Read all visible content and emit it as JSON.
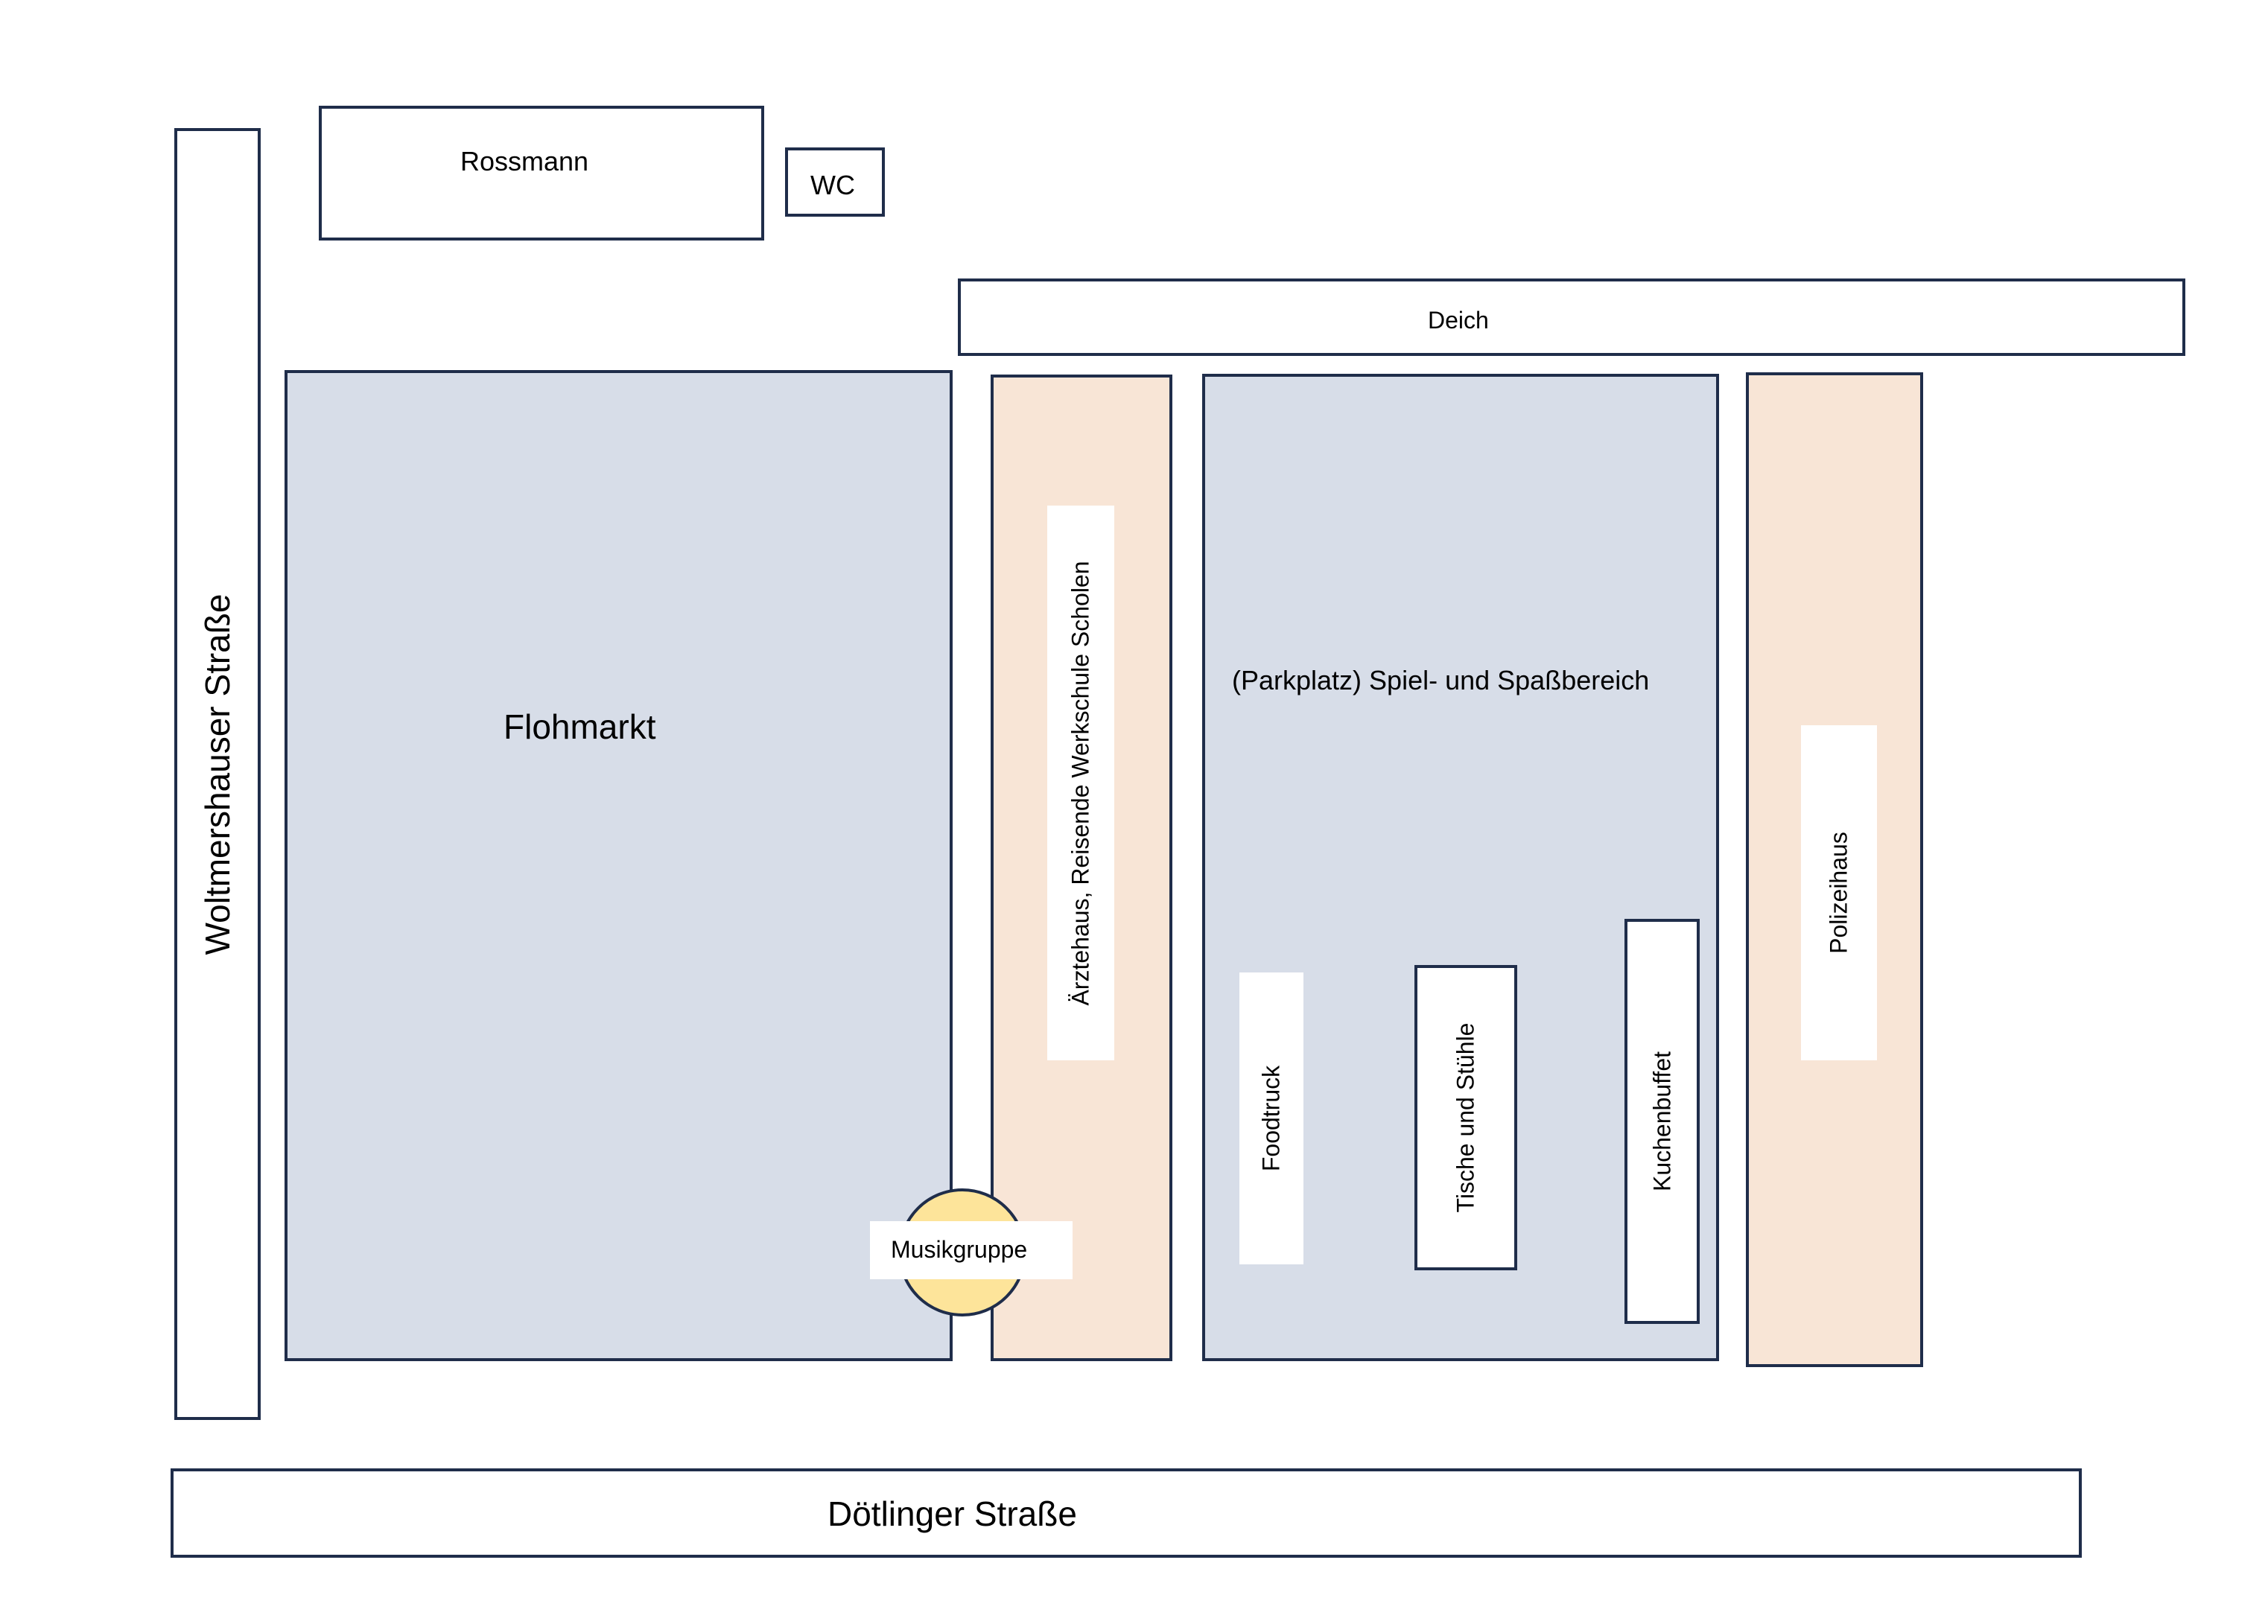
{
  "areas": {
    "woltmershauser": {
      "label": "Woltmershauser Straße",
      "color": "#ffffff"
    },
    "rossmann": {
      "label": "Rossmann",
      "color": "#ffffff"
    },
    "wc": {
      "label": "WC",
      "color": "#ffffff"
    },
    "deich": {
      "label": "Deich",
      "color": "#ffffff"
    },
    "flohmarkt": {
      "label": "Flohmarkt",
      "color": "#d7dde8"
    },
    "aerztehaus": {
      "label": "Ärztehaus, Reisende Werkschule Scholen",
      "color": "#f8e5d6"
    },
    "parkplatz": {
      "label": "(Parkplatz) Spiel- und Spaßbereich",
      "color": "#d7dde8"
    },
    "foodtruck": {
      "label": "Foodtruck",
      "color": "#ffffff"
    },
    "tische": {
      "label": "Tische und Stühle",
      "color": "#ffffff"
    },
    "kuchenbuffet": {
      "label": "Kuchenbuffet",
      "color": "#ffffff"
    },
    "polizeihaus": {
      "label": "Polizeihaus",
      "color": "#f8e5d6"
    },
    "musikgruppe": {
      "label": "Musikgruppe",
      "color": "#fde49a"
    },
    "doetlinger": {
      "label": "Dötlinger Straße",
      "color": "#ffffff"
    }
  },
  "colors": {
    "outline": "#1f2d4a",
    "area_blue": "#d7dde8",
    "area_peach": "#f8e5d6",
    "stage_yellow": "#fde49a"
  }
}
